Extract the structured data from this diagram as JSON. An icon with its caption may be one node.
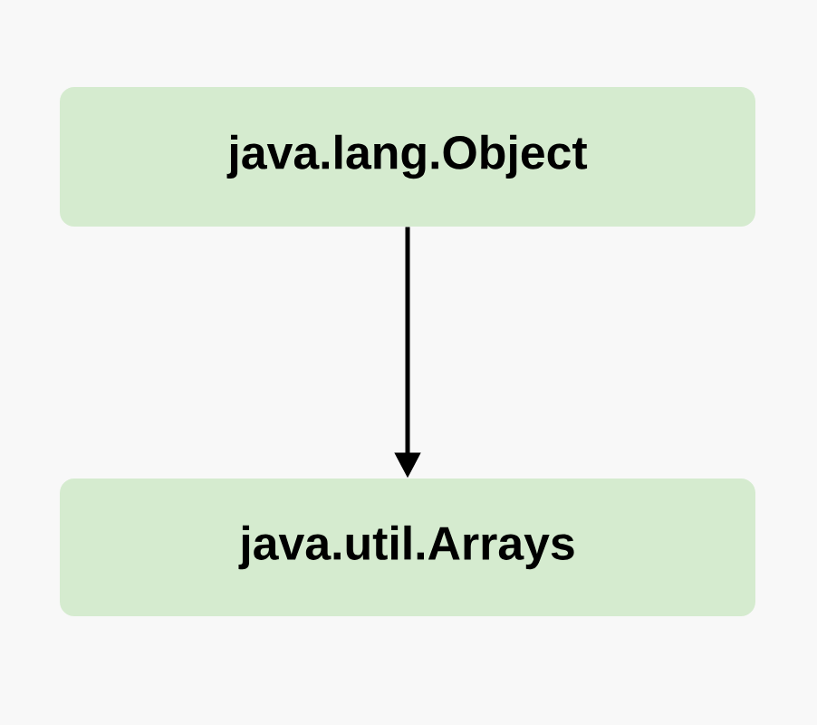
{
  "diagram": {
    "nodes": [
      {
        "text": [
          "java.lang.Object"
        ]
      },
      {
        "text": [
          "java.util.Arrays"
        ]
      }
    ],
    "edges": [
      {
        "from": 0,
        "to": 1,
        "arrow": "to"
      }
    ]
  }
}
